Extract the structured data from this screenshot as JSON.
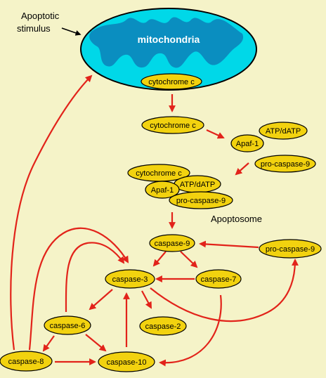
{
  "labels": {
    "apoptotic_stimulus_line1": "Apoptotic",
    "apoptotic_stimulus_line2": "stimulus",
    "mitochondria": "mitochondria",
    "apoptosome": "Apoptosome"
  },
  "nodes": {
    "cyt_mito": "cytochrome c",
    "cyt_free": "cytochrome c",
    "apaf1": "Apaf-1",
    "atp": "ATP/dATP",
    "procasp9": "pro-caspase-9",
    "cpx_cyt": "cytochrome c",
    "cpx_atp": "ATP/dATP",
    "cpx_apaf1": "Apaf-1",
    "cpx_procasp9": "pro-caspase-9",
    "casp9": "caspase-9",
    "procasp9_b": "pro-caspase-9",
    "casp3": "caspase-3",
    "casp7": "caspase-7",
    "casp6": "caspase-6",
    "casp2": "caspase-2",
    "casp8": "caspase-8",
    "casp10": "caspase-10"
  },
  "colors": {
    "background": "#f5f3c8",
    "mitochondria_outer": "#00d8e8",
    "mitochondria_inner": "#0a8ec0",
    "node_fill": "#f2d20f",
    "arrow": "#e2231a"
  }
}
